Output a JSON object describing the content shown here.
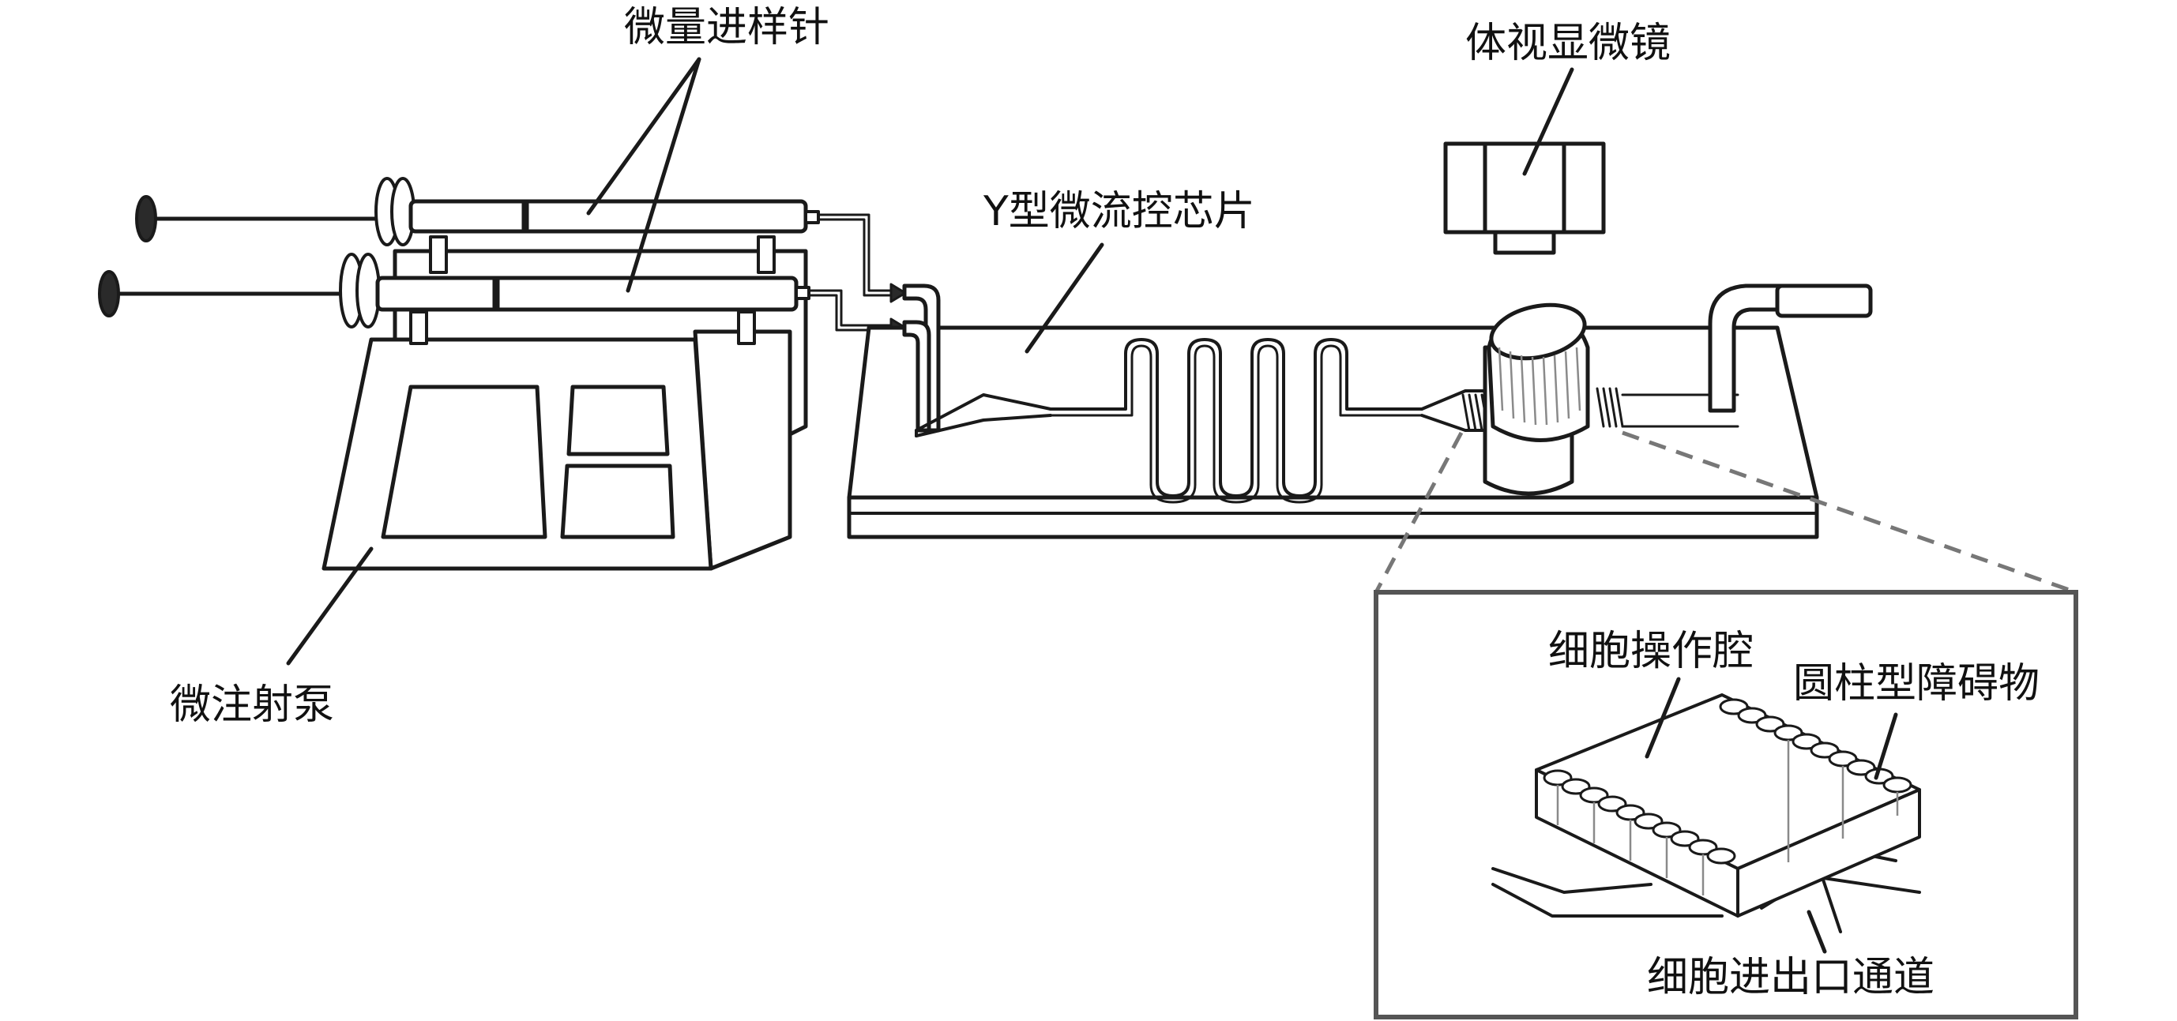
{
  "labels": {
    "syringe_needle": "微量进样针",
    "stereo_microscope": "体视显微镜",
    "y_chip": "Y型微流控芯片",
    "micro_pump": "微注射泵",
    "cell_chamber": "细胞操作腔",
    "cylinder_obstacle": "圆柱型障碍物",
    "cell_channel": "细胞进出口通道"
  },
  "colors": {
    "line": "#1a1a1a",
    "inset_border": "#555555",
    "dash": "#777777"
  }
}
